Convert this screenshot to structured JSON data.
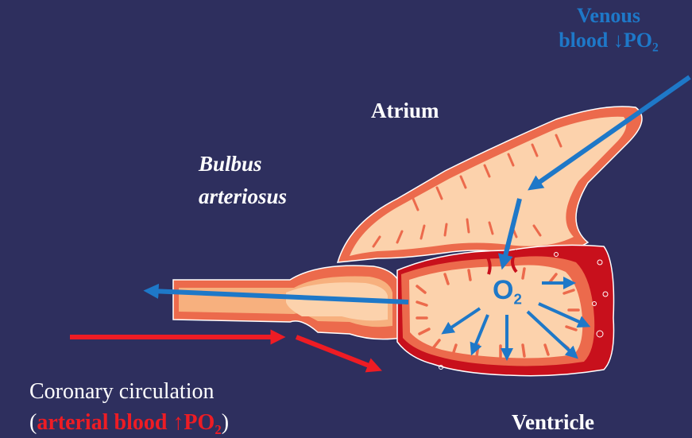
{
  "colors": {
    "background": "#2e2f5e",
    "venous_blue": "#1e78c8",
    "arterial_red": "#ee1c24",
    "heart_tissue": "#fcd2ac",
    "heart_wall": "#ec6a4c",
    "ventricle_wall": "#c8101c"
  },
  "labels": {
    "venous_line1": "Venous",
    "venous_line2": "blood ↓PO",
    "venous_sub": "2",
    "atrium": "Atrium",
    "bulbus_line1": "Bulbus",
    "bulbus_line2": "arteriosus",
    "ventricle": "Ventricle",
    "o2_main": "O",
    "o2_sub": "2",
    "coronary_line1": "Coronary circulation",
    "coronary_open": "(",
    "coronary_red": "arterial blood ↑PO",
    "coronary_sub": "2",
    "coronary_close": ")"
  }
}
